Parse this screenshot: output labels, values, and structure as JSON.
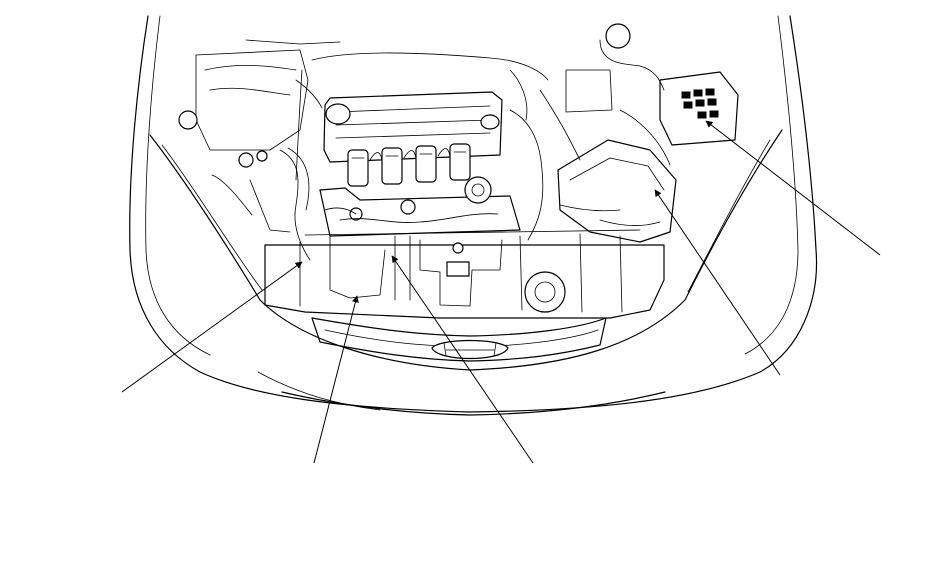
{
  "diagram": {
    "subject": "engine-compartment-line-drawing",
    "callouts": [
      {
        "id": "lower-left"
      },
      {
        "id": "lower-center-left"
      },
      {
        "id": "lower-center"
      },
      {
        "id": "right-middle"
      },
      {
        "id": "right-upper"
      }
    ]
  }
}
